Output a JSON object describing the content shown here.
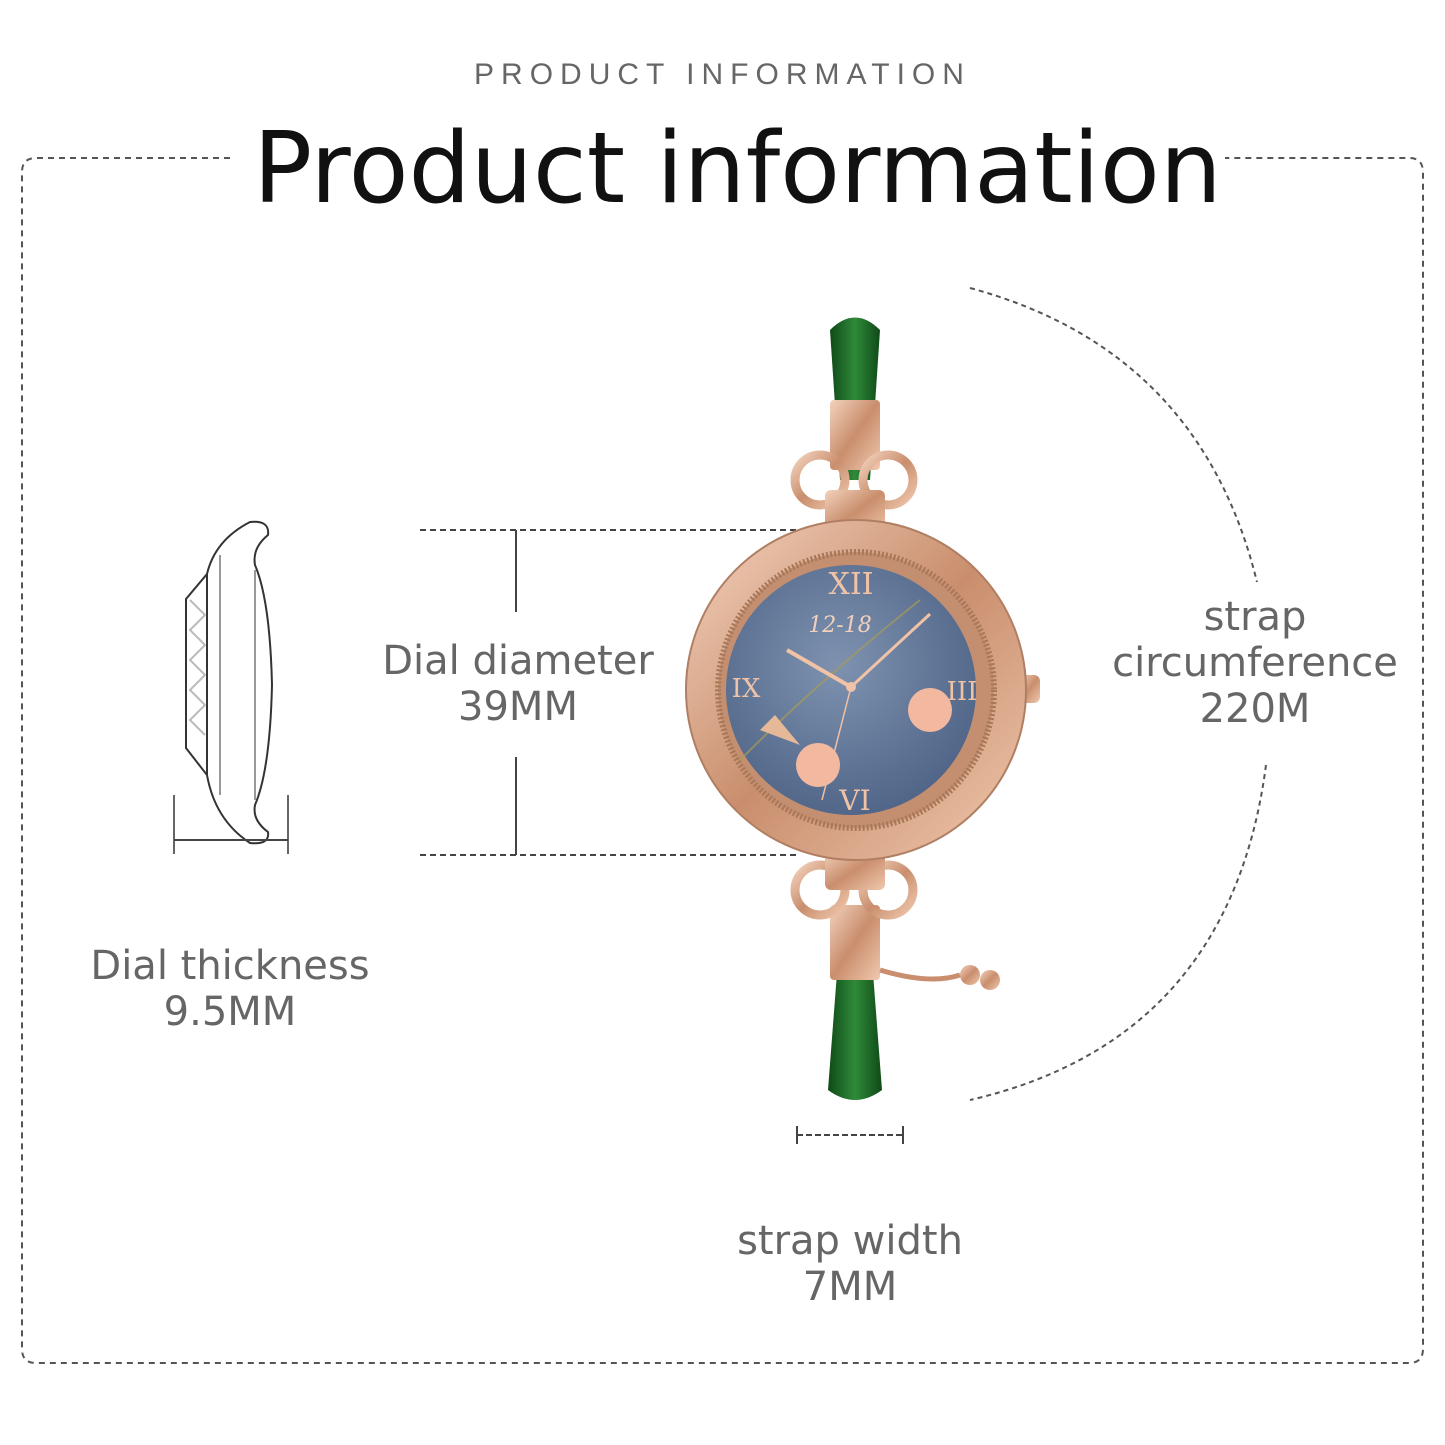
{
  "header": {
    "subtitle": "PRODUCT INFORMATION",
    "title": "Product information"
  },
  "specs": {
    "dial_diameter": {
      "label": "Dial diameter",
      "value": "39MM"
    },
    "strap_circumference": {
      "label_line1": "strap",
      "label_line2": "circumference",
      "value": "220M"
    },
    "dial_thickness": {
      "label": "Dial thickness",
      "value": "9.5MM"
    },
    "strap_width": {
      "label": "strap width",
      "value": "7MM"
    }
  },
  "watch": {
    "date_text": "12-18",
    "numerals": [
      "XII",
      "III",
      "VI",
      "IX"
    ]
  },
  "colors": {
    "gold": "#d9a98a",
    "strap": "#1f6b2a",
    "dial": "#5d7496",
    "text": "#666666"
  }
}
